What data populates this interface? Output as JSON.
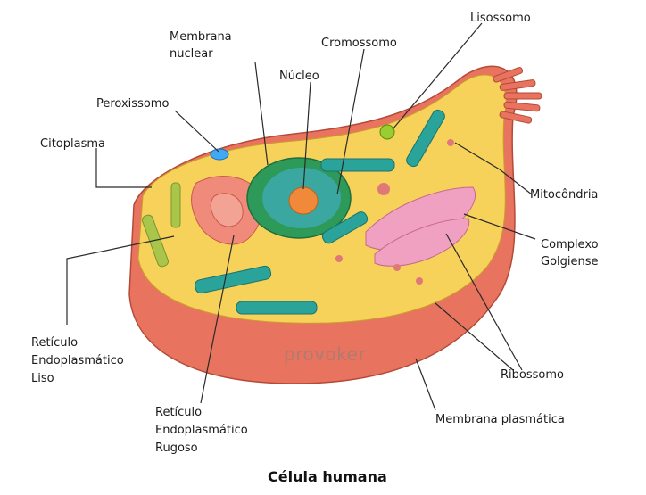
{
  "title": "Célula humana",
  "watermark": "provoker",
  "labels": {
    "membrana_nuclear_1": "Membrana",
    "membrana_nuclear_2": "nuclear",
    "cromossomo": "Cromossomo",
    "lisossomo": "Lisossomo",
    "nucleo": "Núcleo",
    "peroxissomo": "Peroxissomo",
    "citoplasma": "Citoplasma",
    "mitocondria": "Mitocôndria",
    "complexo_1": "Complexo",
    "complexo_2": "Golgiense",
    "reticulo_liso_1": "Retículo",
    "reticulo_liso_2": "Endoplasmático",
    "reticulo_liso_3": "Liso",
    "ribossomo": "Ribossomo",
    "reticulo_rugoso_1": "Retículo",
    "reticulo_rugoso_2": "Endoplasmático",
    "reticulo_rugoso_3": "Rugoso",
    "membrana_plasmatica": "Membrana plasmática"
  },
  "colors": {
    "cell_outer": "#e8735f",
    "cell_side": "#f2a08a",
    "cytoplasm": "#f7d25a",
    "nucleus_envelope": "#2e9a5a",
    "nucleus_inner": "#3aa7a0",
    "nucleolus": "#f08a3a",
    "mitochondria": "#2aa39a",
    "golgi": "#f0a0c0",
    "rough_er": "#f08a7a",
    "smooth_er": "#a9c64a"
  }
}
